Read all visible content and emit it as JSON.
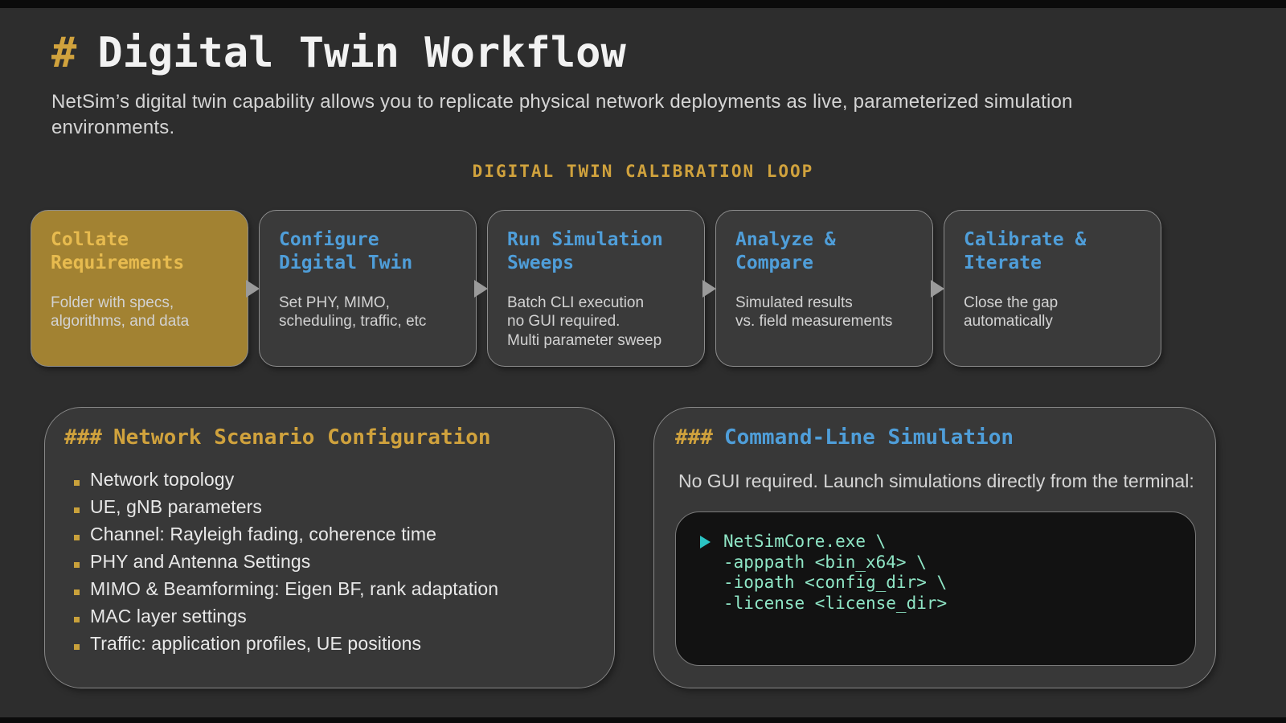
{
  "header": {
    "hash": "#",
    "title": "Digital Twin Workflow",
    "subtitle": "NetSim’s digital twin capability allows you to replicate physical network deployments as live, parameterized simulation environments.",
    "loop_heading": "DIGITAL TWIN CALIBRATION LOOP"
  },
  "workflow": {
    "steps": [
      {
        "title": "Collate\nRequirements",
        "body": "Folder with specs,\nalgorithms, and data",
        "highlighted": true
      },
      {
        "title": "Configure\nDigital Twin",
        "body": "Set PHY, MIMO,\nscheduling, traffic, etc",
        "highlighted": false
      },
      {
        "title": "Run Simulation\nSweeps",
        "body": "Batch CLI execution\nno GUI required.\nMulti parameter sweep",
        "highlighted": false
      },
      {
        "title": "Analyze &\nCompare",
        "body": "Simulated results\nvs. field measurements",
        "highlighted": false
      },
      {
        "title": "Calibrate &\nIterate",
        "body": "Close the gap\nautomatically",
        "highlighted": false
      }
    ]
  },
  "left_panel": {
    "heading_hashes": "###",
    "heading": "Network Scenario Configuration",
    "bullets": [
      "Network topology",
      "UE, gNB parameters",
      "Channel: Rayleigh fading, coherence time",
      "PHY and Antenna Settings",
      "MIMO & Beamforming: Eigen BF, rank adaptation",
      "MAC layer settings",
      "Traffic: application profiles, UE positions"
    ]
  },
  "right_panel": {
    "heading_hashes": "###",
    "heading": "Command-Line Simulation",
    "intro": "No GUI required. Launch simulations directly from the terminal:",
    "code_lines": [
      "NetSimCore.exe \\",
      "-apppath <bin_x64> \\",
      "-iopath <config_dir> \\",
      "-license <license_dir>"
    ]
  },
  "colors": {
    "background": "#2d2d2d",
    "accent_gold": "#d0a23d",
    "accent_blue": "#4f9ed9",
    "highlight_box_bg": "#a28232",
    "highlight_box_title": "#e7bb4f",
    "box_bg": "#3a3a3a",
    "code_bg": "#121212",
    "code_text_green": "#8fe6c6",
    "play_teal": "#2bc4c4",
    "arrow_gray": "#9a9a9a"
  }
}
